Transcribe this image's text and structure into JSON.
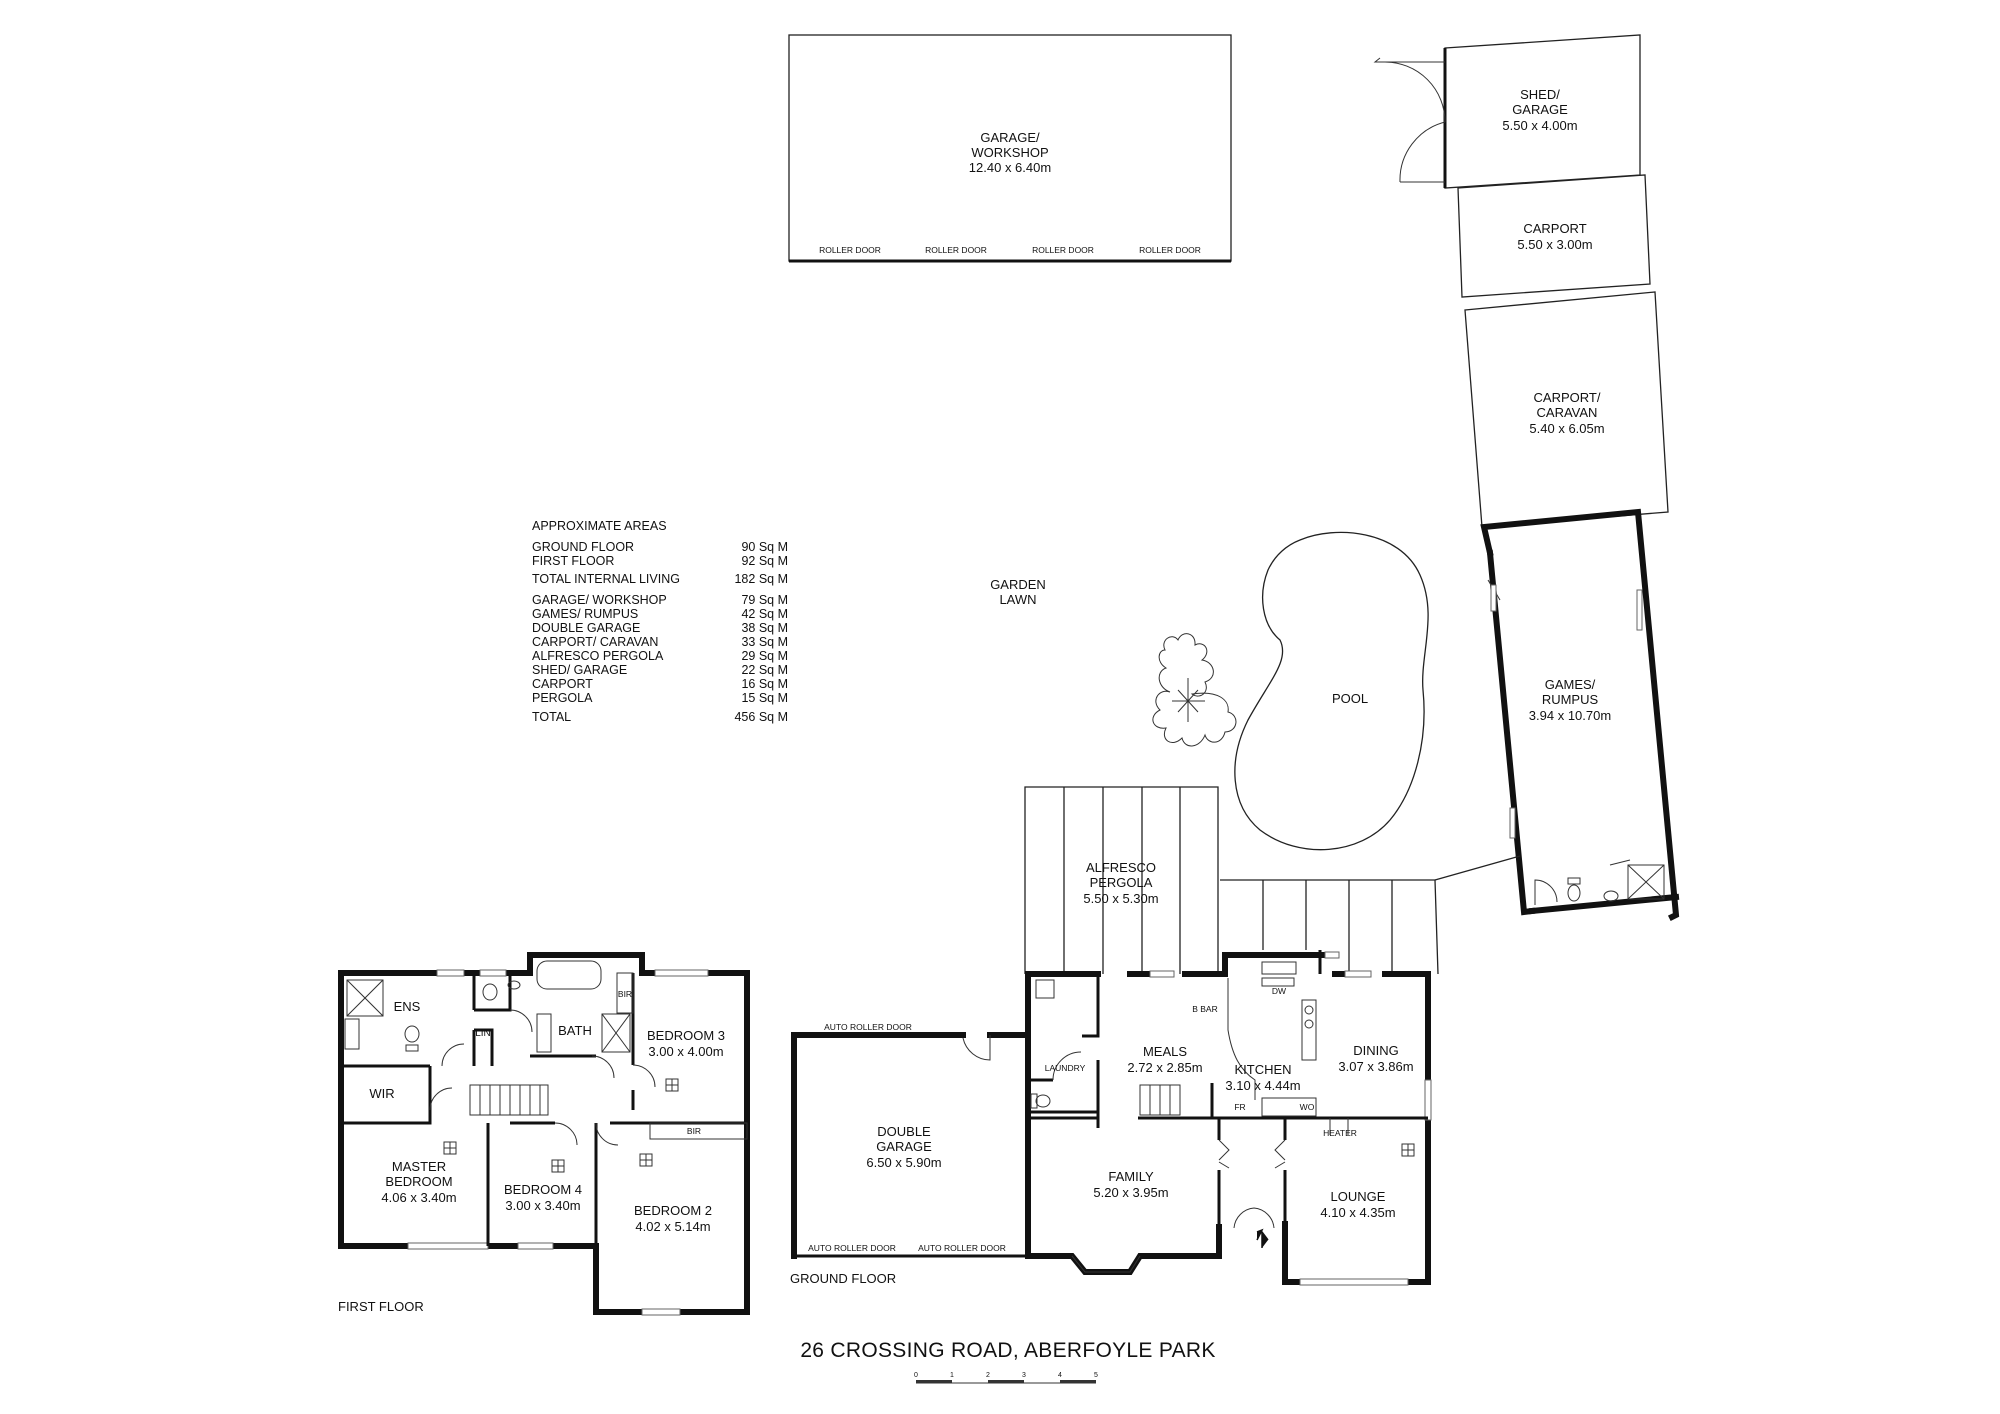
{
  "floorplan": {
    "address": "26 CROSSING ROAD, ABERFOYLE PARK",
    "scale_labels": [
      "0",
      "1",
      "2",
      "3",
      "4",
      "5"
    ],
    "floor_labels": {
      "ground": "GROUND FLOOR",
      "first": "FIRST FLOOR"
    },
    "areas": {
      "heading": "APPROXIMATE AREAS",
      "rows": [
        {
          "name": "GROUND FLOOR",
          "value": "90 Sq M"
        },
        {
          "name": "FIRST FLOOR",
          "value": "92 Sq M"
        },
        {
          "name": "TOTAL INTERNAL LIVING",
          "value": "182 Sq M"
        },
        {
          "name": "GARAGE/ WORKSHOP",
          "value": "79 Sq M"
        },
        {
          "name": "GAMES/ RUMPUS",
          "value": "42 Sq M"
        },
        {
          "name": "DOUBLE GARAGE",
          "value": "38 Sq M"
        },
        {
          "name": "CARPORT/ CARAVAN",
          "value": "33 Sq M"
        },
        {
          "name": "ALFRESCO PERGOLA",
          "value": "29 Sq M"
        },
        {
          "name": "SHED/ GARAGE",
          "value": "22 Sq M"
        },
        {
          "name": "CARPORT",
          "value": "16 Sq M"
        },
        {
          "name": "PERGOLA",
          "value": "15 Sq M"
        },
        {
          "name": "TOTAL",
          "value": "456 Sq M"
        }
      ]
    },
    "outbuildings": {
      "garage_workshop": {
        "name1": "GARAGE/",
        "name2": "WORKSHOP",
        "size": "12.40 x 6.40m"
      },
      "roller_door": "ROLLER DOOR",
      "shed_garage": {
        "name1": "SHED/",
        "name2": "GARAGE",
        "size": "5.50 x 4.00m"
      },
      "carport": {
        "name": "CARPORT",
        "size": "5.50 x 3.00m"
      },
      "carport_caravan": {
        "name1": "CARPORT/",
        "name2": "CARAVAN",
        "size": "5.40 x 6.05m"
      },
      "games_rumpus": {
        "name1": "GAMES/",
        "name2": "RUMPUS",
        "size": "3.94 x 10.70m"
      },
      "garden": {
        "name1": "GARDEN",
        "name2": "LAWN"
      },
      "pool": "POOL"
    },
    "ground_floor": {
      "alfresco": {
        "name1": "ALFRESCO",
        "name2": "PERGOLA",
        "size": "5.50 x 5.30m"
      },
      "double_garage": {
        "name1": "DOUBLE",
        "name2": "GARAGE",
        "size": "6.50 x 5.90m"
      },
      "auto_roller_door": "AUTO ROLLER DOOR",
      "laundry": "LAUNDRY",
      "meals": {
        "name": "MEALS",
        "size": "2.72 x 2.85m"
      },
      "kitchen": {
        "name": "KITCHEN",
        "size": "3.10 x 4.44m"
      },
      "dining": {
        "name": "DINING",
        "size": "3.07 x 3.86m"
      },
      "family": {
        "name": "FAMILY",
        "size": "5.20 x 3.95m"
      },
      "lounge": {
        "name": "LOUNGE",
        "size": "4.10 x 4.35m"
      },
      "b_bar": "B BAR",
      "dw": "DW",
      "fr": "FR",
      "wo": "WO",
      "heater": "HEATER"
    },
    "first_floor": {
      "ens": "ENS",
      "wir": "WIR",
      "lin": "LIN",
      "bath": "BATH",
      "bir": "BIR",
      "bedroom3": {
        "name": "BEDROOM 3",
        "size": "3.00 x 4.00m"
      },
      "master": {
        "name1": "MASTER",
        "name2": "BEDROOM",
        "size": "4.06 x 3.40m"
      },
      "bedroom4": {
        "name": "BEDROOM 4",
        "size": "3.00 x 3.40m"
      },
      "bedroom2": {
        "name": "BEDROOM 2",
        "size": "4.02 x 5.14m"
      }
    }
  }
}
